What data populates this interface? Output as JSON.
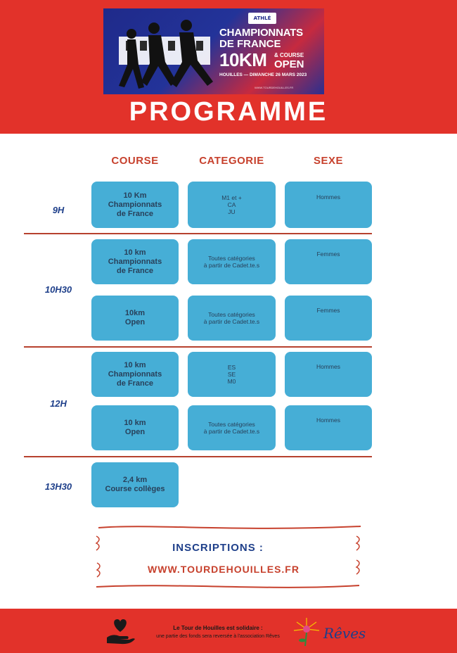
{
  "banner": {
    "federation_logo": "ATHLÉ",
    "line1": "CHAMPIONNATS",
    "line2": "DE FRANCE",
    "line3": "10KM",
    "course_label": "& COURSE",
    "open_label": "OPEN",
    "place_date": "HOUILLES — DIMANCHE 26 MARS 2023",
    "website_small": "WWW.TOURDEHOUILLES.FR"
  },
  "page_title": "PROGRAMME",
  "columns": {
    "course": "COURSE",
    "categorie": "CATEGORIE",
    "sexe": "SEXE"
  },
  "schedule": [
    {
      "time": "9H",
      "races": [
        {
          "course": "10 Km\nChampionnats\nde France",
          "categorie": "M1 et +\nCA\nJU",
          "sexe": "Hommes"
        }
      ]
    },
    {
      "time": "10H30",
      "races": [
        {
          "course": "10 km\nChampionnats\nde France",
          "categorie": "Toutes catégories\nà partir de Cadet.te.s",
          "sexe": "Femmes"
        },
        {
          "course": "10km\nOpen",
          "categorie": "Toutes catégories\nà partir de Cadet.te.s",
          "sexe": "Femmes"
        }
      ]
    },
    {
      "time": "12H",
      "races": [
        {
          "course": "10 km\nChampionnats\nde France",
          "categorie": "ES\nSE\nM0",
          "sexe": "Hommes"
        },
        {
          "course": "10 km\nOpen",
          "categorie": "Toutes catégories\nà partir de Cadet.te.s",
          "sexe": "Hommes"
        }
      ]
    },
    {
      "time": "13H30",
      "races": [
        {
          "course": "2,4 km\nCourse collèges"
        }
      ]
    }
  ],
  "inscriptions": {
    "label": "INSCRIPTIONS :",
    "url": "WWW.TOURDEHOUILLES.FR"
  },
  "footer": {
    "line1": "Le Tour de Houilles est solidaire :",
    "line2": "une partie des fonds sera reversée à l'association Rêves",
    "association": "Rêves"
  },
  "colors": {
    "red": "#e2322a",
    "cell_blue": "#46aed6",
    "heading_red": "#c7412d",
    "navy": "#1e3f8a"
  }
}
